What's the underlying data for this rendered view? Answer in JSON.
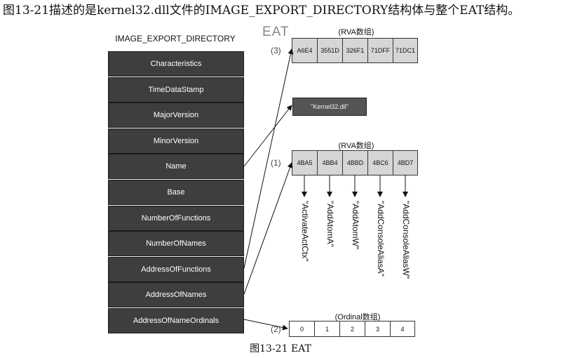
{
  "caption_top": "图13-21描述的是kernel32.dll文件的IMAGE_EXPORT_DIRECTORY结构体与整个EAT结构。",
  "struct_title": "IMAGE_EXPORT_DIRECTORY",
  "fields": [
    "Characteristics",
    "TimeDataStamp",
    "MajorVersion",
    "MinorVersion",
    "Name",
    "Base",
    "NumberOfFunctions",
    "NumberOfNames",
    "AddressOfFunctions",
    "AddressOfNames",
    "AddressOfNameOrdinals"
  ],
  "eat_label": "EAT",
  "func_array": {
    "title": "(RVA数组)",
    "index": "(3)",
    "cells": [
      "A6E4",
      "3551D",
      "326F1",
      "71DFF",
      "71DC1"
    ]
  },
  "dll_name": "\"Kernel32.dll\"",
  "name_array": {
    "title": "(RVA数组)",
    "index": "(1)",
    "cells": [
      "4BA5",
      "4BB4",
      "4BBD",
      "4BC6",
      "4BD7"
    ]
  },
  "names": [
    "\"ActivateActCtx\"",
    "\"AddAtomA\"",
    "\"AddAtomW\"",
    "\"AddConsoleAliasA\"",
    "\"AddConsoleAliasW\""
  ],
  "ordinal_array": {
    "title": "(Ordinal数组)",
    "index": "(2)",
    "cells": [
      "0",
      "1",
      "2",
      "3",
      "4"
    ]
  },
  "figure_caption": "图13-21    EAT",
  "colors": {
    "field_bg": "#3e3e3e",
    "cell_bg": "#d6d6d6",
    "ordinal_bg": "#ffffff",
    "line": "#111111"
  }
}
